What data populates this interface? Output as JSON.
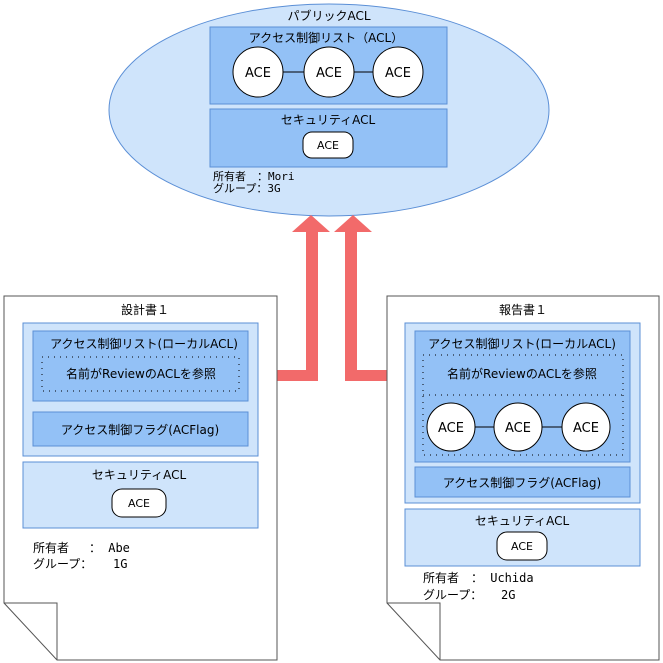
{
  "public_acl": {
    "title": "パブリックACL",
    "access_list_title": "アクセス制御リスト（ACL）",
    "aces": [
      "ACE",
      "ACE",
      "ACE"
    ],
    "security_title": "セキュリティACL",
    "security_ace": "ACE",
    "owner_line": "所有者　：Mori",
    "group_line": "グループ：3G"
  },
  "doc_design": {
    "title": "設計書１",
    "local_acl_title": "アクセス制御リスト(ローカルACL)",
    "reference_text": "名前がReviewのACLを参照",
    "flag_label": "アクセス制御フラグ(ACFlag)",
    "security_title": "セキュリティACL",
    "security_ace": "ACE",
    "owner_label": "所有者",
    "owner_value": "：  Abe",
    "group_label": "グループ：",
    "group_value": "1G"
  },
  "doc_report": {
    "title": "報告書１",
    "local_acl_title": "アクセス制御リスト(ローカルACL)",
    "reference_text": "名前がReviewのACLを参照",
    "aces": [
      "ACE",
      "ACE",
      "ACE"
    ],
    "flag_label": "アクセス制御フラグ(ACFlag)",
    "security_title": "セキュリティACL",
    "security_ace": "ACE",
    "owner_label": "所有者",
    "owner_value": "：  Uchida",
    "group_label": "グループ：",
    "group_value": "2G"
  },
  "colors": {
    "ellipse_fill": "#cfe4fb",
    "box_blue": "#93c1f6",
    "box_light": "#cfe4fb",
    "arrow": "#f26a6a",
    "border": "#5b8fd6"
  }
}
